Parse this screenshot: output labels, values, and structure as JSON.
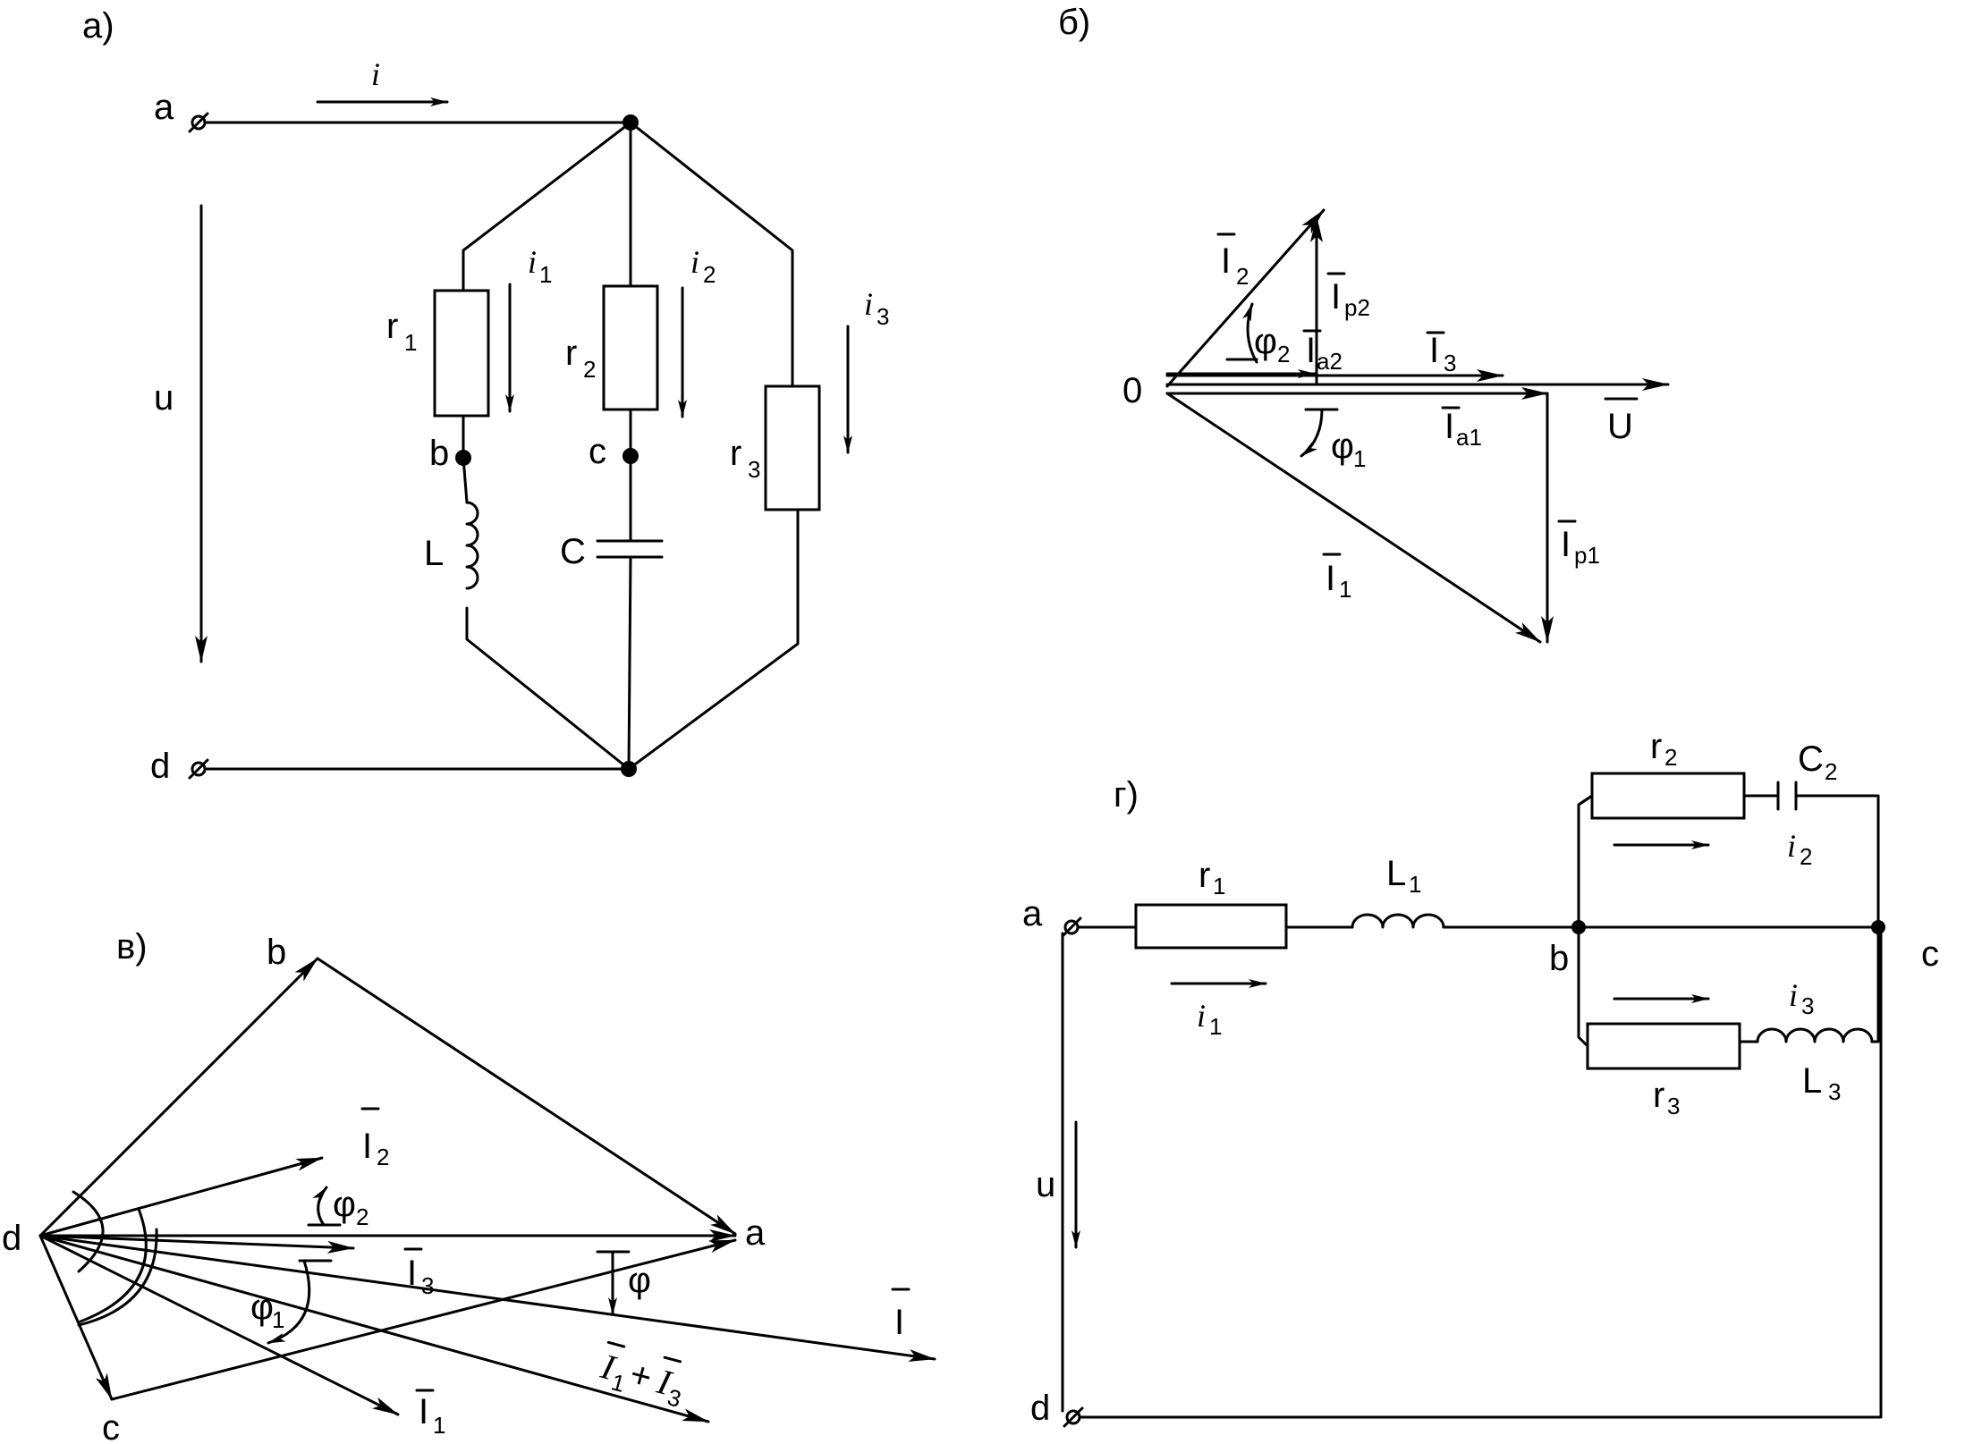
{
  "panels": {
    "a": {
      "label": "а)",
      "terminal_a": "a",
      "terminal_d": "d",
      "current": "i",
      "voltage": "u",
      "branch1": {
        "r": "r",
        "r_sub": "1",
        "i": "i",
        "i_sub": "1",
        "node": "b",
        "L": "L"
      },
      "branch2": {
        "r": "r",
        "r_sub": "2",
        "i": "i",
        "i_sub": "2",
        "node": "c",
        "C": "C"
      },
      "branch3": {
        "r": "r",
        "r_sub": "3",
        "i": "i",
        "i_sub": "3"
      }
    },
    "b": {
      "label": "б)",
      "origin": "0",
      "I2": {
        "t": "I",
        "s": "2"
      },
      "Ip2": {
        "t": "I",
        "s": "p2"
      },
      "phi2": {
        "t": "φ",
        "s": "2"
      },
      "Ia2": {
        "t": "I",
        "s": "a2"
      },
      "I3": {
        "t": "I",
        "s": "3"
      },
      "U": "U",
      "Ia1": {
        "t": "I",
        "s": "a1"
      },
      "phi1": {
        "t": "φ",
        "s": "1"
      },
      "Ip1": {
        "t": "I",
        "s": "p1"
      },
      "I1": {
        "t": "I",
        "s": "1"
      }
    },
    "c": {
      "label": "в)",
      "b": "b",
      "d": "d",
      "a": "a",
      "c": "c",
      "I2": {
        "t": "I",
        "s": "2"
      },
      "phi2": {
        "t": "φ",
        "s": "2"
      },
      "I3": {
        "t": "I",
        "s": "3"
      },
      "phi": "φ",
      "I": "I",
      "phi1": {
        "t": "φ",
        "s": "1"
      },
      "I1": {
        "t": "I",
        "s": "1"
      },
      "I1I3": {
        "a": "I",
        "as": "1",
        "plus": "+",
        "b": "I",
        "bs": "3"
      }
    },
    "d": {
      "label": "г)",
      "a": "a",
      "b": "b",
      "c": "c",
      "d": "d",
      "r1": {
        "t": "r",
        "s": "1"
      },
      "L1": {
        "t": "L",
        "s": "1"
      },
      "i1": {
        "t": "i",
        "s": "1"
      },
      "r2": {
        "t": "r",
        "s": "2"
      },
      "C2": {
        "t": "C",
        "s": "2"
      },
      "i2": {
        "t": "i",
        "s": "2"
      },
      "i3": {
        "t": "i",
        "s": "3"
      },
      "r3": {
        "t": "r",
        "s": "3"
      },
      "L3": {
        "t": "L",
        "s": "3"
      },
      "u": "u"
    }
  }
}
